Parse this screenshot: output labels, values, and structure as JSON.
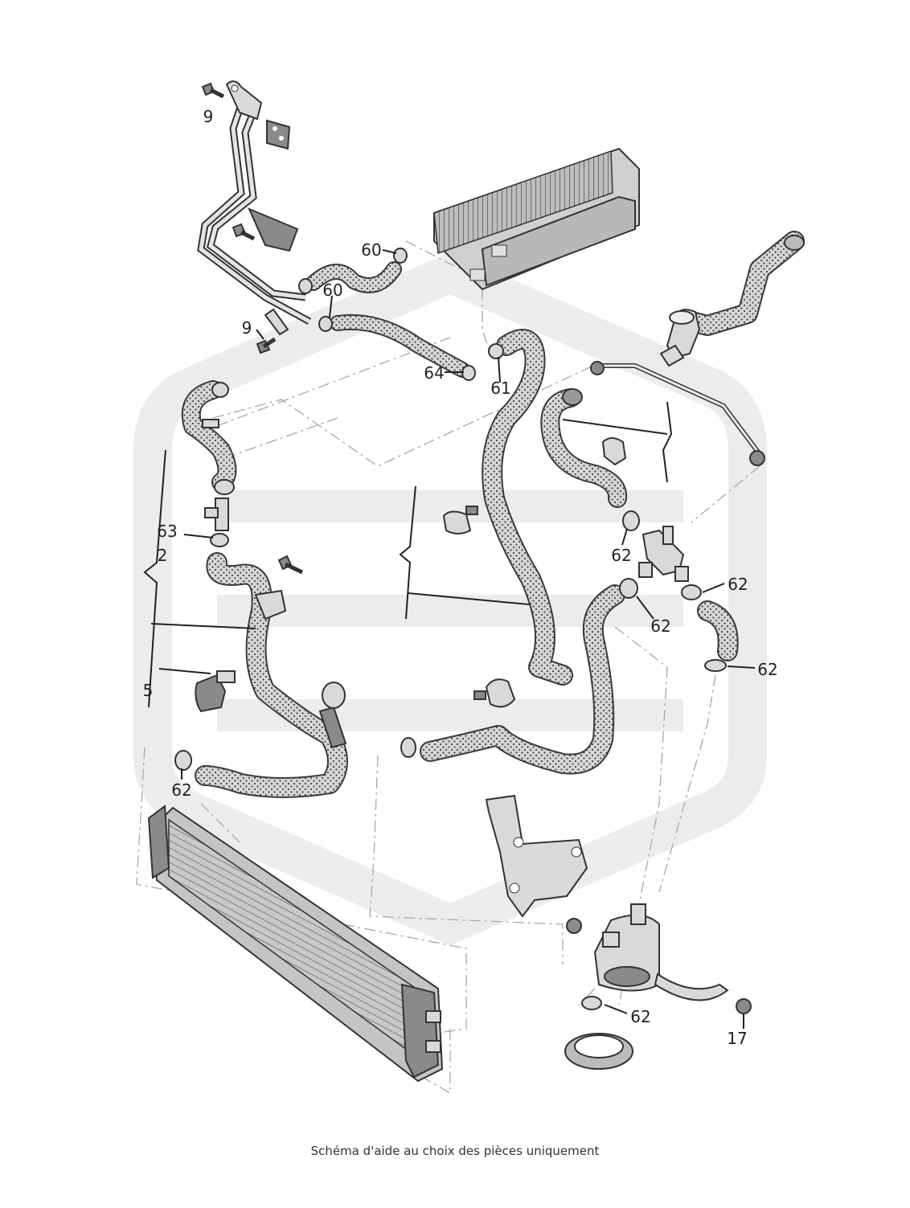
{
  "caption": "Schéma d'aide au choix des pièces uniquement",
  "callouts": {
    "c9a": "9",
    "c9b": "9",
    "c60a": "60",
    "c60b": "60",
    "c64": "64",
    "c61": "61",
    "c63": "63",
    "c2": "2",
    "c5": "5",
    "c62a": "62",
    "c62b": "62",
    "c62c": "62",
    "c62d": "62",
    "c62e": "62",
    "c62f": "62",
    "c17": "17"
  },
  "colors": {
    "hose_fill": "#d4d4d4",
    "outline": "#333333",
    "watermark": "#ececec"
  }
}
